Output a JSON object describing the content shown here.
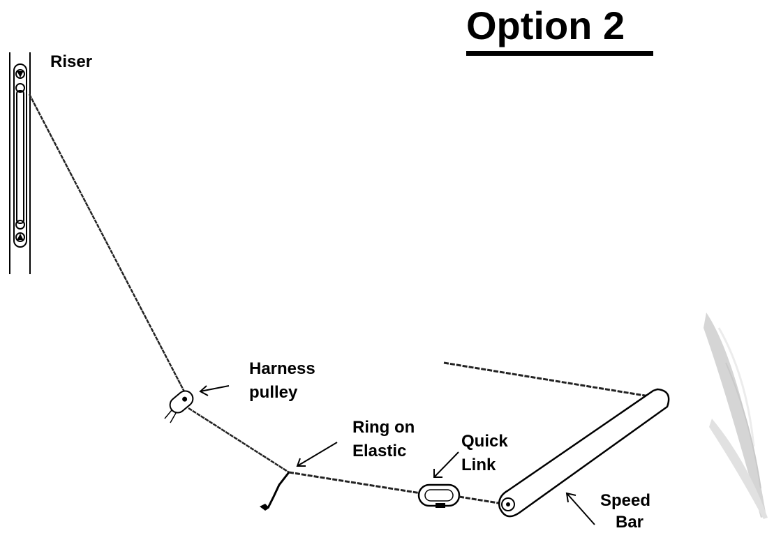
{
  "title": "Option 2",
  "labels": {
    "riser": "Riser",
    "harness_pulley_line1": "Harness",
    "harness_pulley_line2": "pulley",
    "ring_line1": "Ring on",
    "ring_line2": "Elastic",
    "quick_link_line1": "Quick",
    "quick_link_line2": "Link",
    "speed_bar_line1": "Speed",
    "speed_bar_line2": "Bar"
  },
  "colors": {
    "ink": "#000000",
    "line": "#333333",
    "watermark": "#c8c8c8"
  }
}
